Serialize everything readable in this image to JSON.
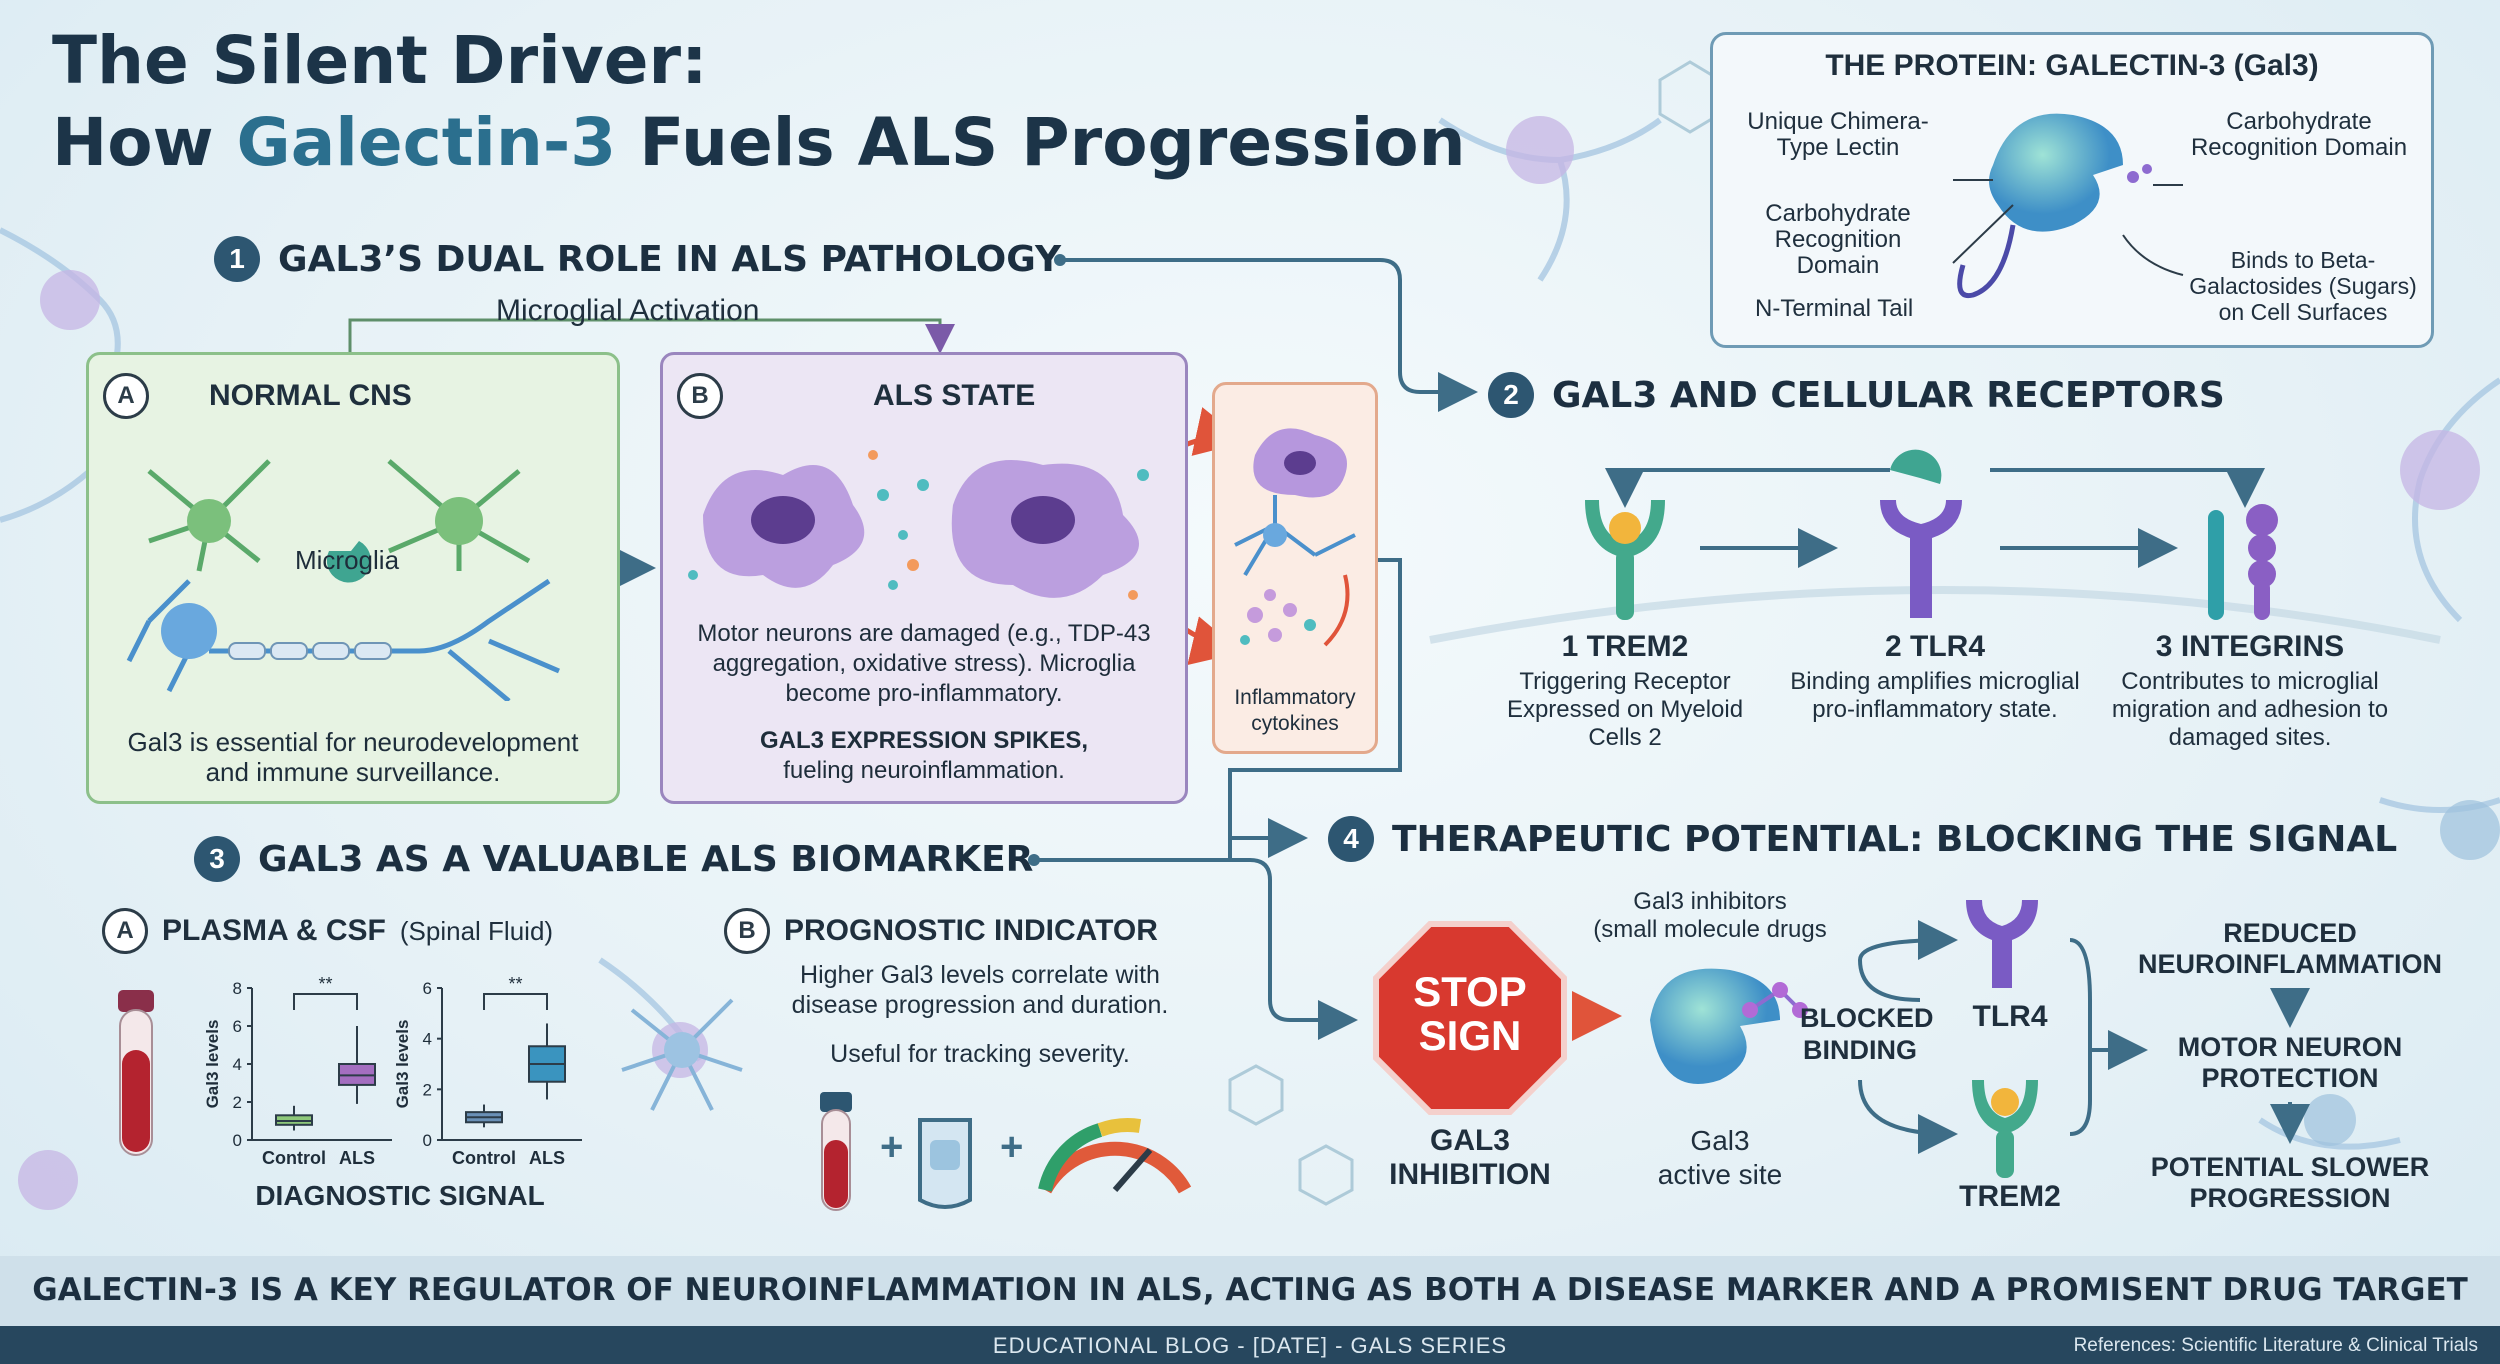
{
  "title": {
    "line1": "The Silent Driver:",
    "line2_pre": "How ",
    "line2_accent": "Galectin-3",
    "line2_post": " Fuels ALS Progression"
  },
  "section1": {
    "num": "1",
    "title": "GAL3’S DUAL ROLE IN ALS PATHOLOGY",
    "flow_label": "Microglial Activation",
    "panel_a": {
      "letter": "A",
      "title": "NORMAL CNS",
      "microglia_label": "Microglia",
      "caption": "Gal3 is essential for neurodevelopment and immune surveillance."
    },
    "panel_b": {
      "letter": "B",
      "title": "ALS STATE",
      "caption": "Motor neurons are damaged (e.g., TDP-43 aggregation, oxidative stress). Microglia become pro-inflammatory.",
      "bold": "GAL3 EXPRESSION SPIKES,",
      "after_bold": "fueling neuroinflammation."
    },
    "panel_c": {
      "label": "Inflammatory cytokines"
    }
  },
  "protein": {
    "title": "THE PROTEIN: GALECTIN-3 (Gal3)",
    "left_labels": [
      "Unique Chimera-Type Lectin",
      "Carbohydrate Recognition Domain",
      "N-Terminal Tail"
    ],
    "right_labels": [
      "Carbohydrate Recognition Domain",
      "Binds to Beta-Galactosides (Sugars) on Cell Surfaces"
    ]
  },
  "section2": {
    "num": "2",
    "title": "GAL3 AND CELLULAR RECEPTORS",
    "receptors": [
      {
        "num": "1",
        "name": "TREM2",
        "desc": "Triggering Receptor Expressed on Myeloid Cells 2"
      },
      {
        "num": "2",
        "name": "TLR4",
        "desc": "Binding amplifies microglial pro-inflammatory state."
      },
      {
        "num": "3",
        "name": "INTEGRINS",
        "desc": "Contributes to microglial migration and adhesion to damaged sites."
      }
    ]
  },
  "section3": {
    "num": "3",
    "title": "GAL3 AS A VALUABLE ALS BIOMARKER",
    "a": {
      "letter": "A",
      "title": "PLASMA & CSF",
      "title_small": "(Spinal Fluid)",
      "signal": "DIAGNOSTIC SIGNAL"
    },
    "b": {
      "letter": "B",
      "title": "PROGNOSTIC INDICATOR",
      "text1": "Higher Gal3 levels correlate with disease progression and duration.",
      "text2": "Useful for tracking severity."
    }
  },
  "chart_data": [
    {
      "type": "box",
      "ylabel": "Gal3 levels",
      "categories": [
        "Control",
        "ALS"
      ],
      "ylim": [
        0,
        8
      ],
      "yticks": [
        0,
        2,
        4,
        6,
        8
      ],
      "significance": "**",
      "boxes": [
        {
          "q1": 0.8,
          "median": 1.0,
          "q3": 1.3,
          "min": 0.5,
          "max": 1.8
        },
        {
          "q1": 2.9,
          "median": 3.4,
          "q3": 4.0,
          "min": 1.9,
          "max": 6.0
        }
      ],
      "colors": [
        "#8ec87a",
        "#a46ec0"
      ]
    },
    {
      "type": "box",
      "ylabel": "Gal3 levels",
      "categories": [
        "Control",
        "ALS"
      ],
      "ylim": [
        0,
        6
      ],
      "yticks": [
        0,
        2,
        4,
        6
      ],
      "significance": "**",
      "boxes": [
        {
          "q1": 0.7,
          "median": 0.9,
          "q3": 1.1,
          "min": 0.5,
          "max": 1.4
        },
        {
          "q1": 2.3,
          "median": 3.0,
          "q3": 3.7,
          "min": 1.6,
          "max": 4.6
        }
      ],
      "colors": [
        "#6a90b6",
        "#3a94bf"
      ]
    }
  ],
  "section4": {
    "num": "4",
    "title": "THERAPEUTIC POTENTIAL: BLOCKING THE SIGNAL",
    "stop": [
      "STOP",
      "SIGN"
    ],
    "inhibition": [
      "GAL3",
      "INHIBITION"
    ],
    "inhibitors": [
      "Gal3 inhibitors",
      "(small molecule drugs"
    ],
    "active_site": [
      "Gal3",
      "active site"
    ],
    "blocked": [
      "BLOCKED",
      "BINDING"
    ],
    "tlr4": "TLR4",
    "trem2": "TREM2",
    "outcomes": [
      "REDUCED NEUROINFLAMMATION",
      "MOTOR NEURON PROTECTION",
      "POTENTIAL SLOWER PROGRESSION"
    ]
  },
  "bottom_banner": "GALECTIN-3 IS A KEY REGULATOR OF NEUROINFLAMMATION IN ALS, ACTING AS BOTH A DISEASE MARKER AND A PROMISENT DRUG TARGET",
  "footer": {
    "center": "EDUCATIONAL BLOG - [DATE] - GALS SERIES",
    "right": "References: Scientific Literature & Clinical Trials"
  }
}
